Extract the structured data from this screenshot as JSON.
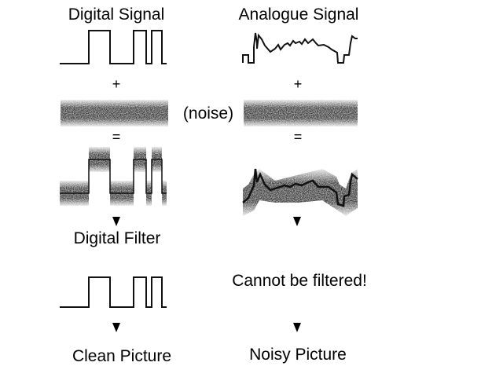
{
  "left": {
    "title": "Digital Signal",
    "plus": "+",
    "equals": "=",
    "filter_label": "Digital Filter",
    "result": "Clean Picture"
  },
  "right": {
    "title": "Analogue Signal",
    "plus": "+",
    "equals": "=",
    "filter_note": "Cannot be filtered!",
    "result": "Noisy Picture"
  },
  "noise_label": "(noise)",
  "digital_bits": [
    0,
    1,
    0,
    1,
    0,
    1,
    0
  ]
}
